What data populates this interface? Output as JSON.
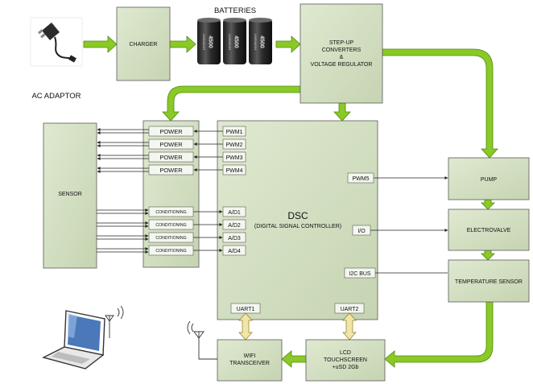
{
  "colors": {
    "box_fill": "#d4e0c2",
    "box_stroke": "#5a5a5a",
    "port_fill": "#f4f7ef",
    "green_arrow": "#8ac926",
    "green_arrow_edge": "#4f8a10",
    "signal_line": "#222222",
    "uart_arrow": "#f1e6a6"
  },
  "labels": {
    "batteries": "BATTERIES",
    "ac_adaptor": "AC ADAPTOR",
    "charger": "CHARGER",
    "stepup_line1": "STEP-UP",
    "stepup_line2": "CONVERTERS",
    "stepup_line3": "&",
    "stepup_line4": "VOLTAGE REGULATOR",
    "sensor": "SENSOR",
    "dsc": "DSC",
    "dsc_sub": "(DIGITAL SIGNAL CONTROLLER)",
    "pump": "PUMP",
    "electrovalve": "ELECTROVALVE",
    "temp_sensor": "TEMPERATURE SENSOR",
    "wifi_line1": "WIFI",
    "wifi_line2": "TRANSCEIVER",
    "lcd_line1": "LCD",
    "lcd_line2": "TOUCHSCREEN",
    "lcd_line3": "+uSD 2Gb",
    "battery_brand": "ANSMANN",
    "battery_capacity": "4500"
  },
  "power_blocks": [
    "POWER",
    "POWER",
    "POWER",
    "POWER"
  ],
  "conditioning_blocks": [
    "CONDITIONING",
    "CONDITIONING",
    "CONDITIONING",
    "CONDITIONING"
  ],
  "pwm_ports": [
    "PWM1",
    "PWM2",
    "PWM3",
    "PWM4"
  ],
  "ad_ports": [
    "A/D1",
    "A/D2",
    "A/D3",
    "A/D4"
  ],
  "right_ports": [
    "PWM5",
    "I/O",
    "I2C BUS"
  ],
  "uart_ports": [
    "UART1",
    "UART2"
  ],
  "icons": [
    "ac-adaptor-icon",
    "battery-icon",
    "laptop-icon",
    "antenna-icon"
  ]
}
